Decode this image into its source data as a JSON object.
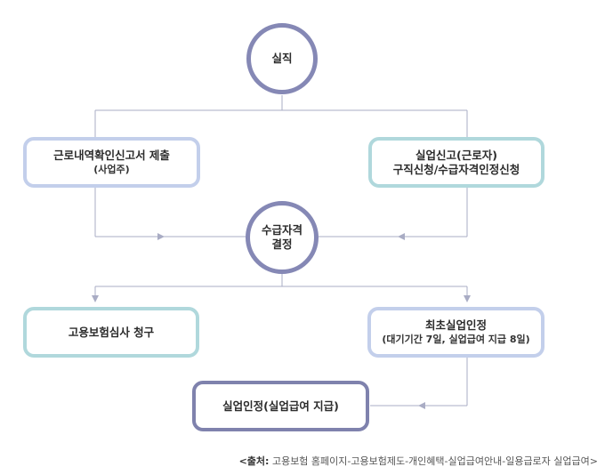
{
  "nodes": {
    "resignation": {
      "label": "실직"
    },
    "employer_report": {
      "line1": "근로내역확인신고서 제출",
      "line2": "(사업주)"
    },
    "worker_report": {
      "line1": "실업신고(근로자)",
      "line2": "구직신청/수급자격인정신청"
    },
    "eligibility_decision": {
      "line1": "수급자격",
      "line2": "결정"
    },
    "insurance_review": {
      "label": "고용보험심사 청구"
    },
    "first_recognition": {
      "line1": "최초실업인정",
      "line2": "(대기기간 7일, 실업급여 지급 8일)"
    },
    "recognition_payment": {
      "label": "실업인정(실업급여 지급)"
    }
  },
  "source": {
    "prefix": "<출처:",
    "text": " 고용보험 홈페이지-고용보험제도-개인혜택-실업급여안내-일용급로자 실업급여>"
  },
  "colors": {
    "line": "#a9acc4",
    "circle_border": "#8588b5",
    "light_blue_border": "#c3cfeb",
    "teal_border": "#b0d8dc",
    "dark_border": "#7f82ad"
  }
}
